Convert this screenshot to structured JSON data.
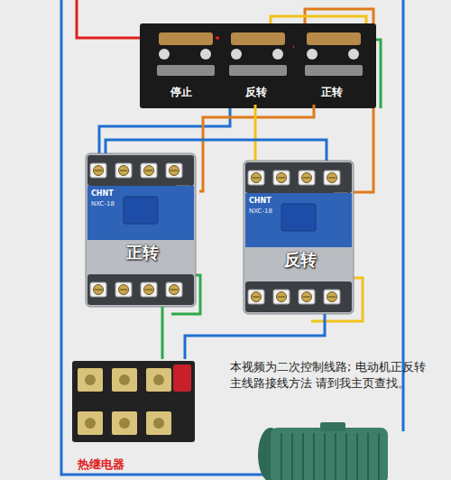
{
  "diagram": {
    "nodes": [
      {
        "text": [
          "停止"
        ]
      },
      {
        "text": [
          "反转"
        ]
      },
      {
        "text": [
          "正转"
        ]
      },
      {
        "text": [
          "CHNT",
          "NXC-18",
          "正转"
        ]
      },
      {
        "text": [
          "CHNT",
          "NXC-18",
          "反转"
        ]
      },
      {
        "text": [
          "热继电器"
        ]
      }
    ],
    "edges": [
      {
        "from": 0,
        "to": 1,
        "arrow": "none"
      },
      {
        "from": 1,
        "to": 2,
        "arrow": "none"
      },
      {
        "from": 2,
        "to": 3,
        "arrow": "none"
      },
      {
        "from": 1,
        "to": 4,
        "arrow": "none"
      },
      {
        "from": 3,
        "to": 4,
        "arrow": "none"
      },
      {
        "from": 3,
        "to": 5,
        "arrow": "none"
      },
      {
        "from": 4,
        "to": 5,
        "arrow": "none"
      }
    ],
    "labels": [
      "本视频为二次控制线路; 电动机正反转主线路接线方法 请到我主页查找。"
    ]
  }
}
